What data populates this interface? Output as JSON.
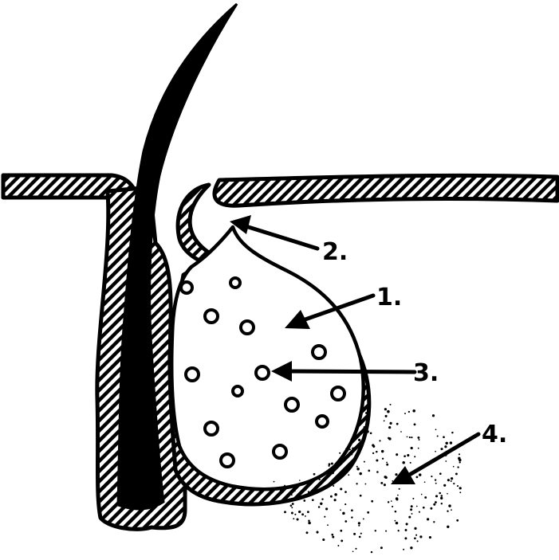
{
  "diagram": {
    "labels": [
      {
        "id": "1",
        "text": "1."
      },
      {
        "id": "2",
        "text": "2."
      },
      {
        "id": "3",
        "text": "3."
      },
      {
        "id": "4",
        "text": "4."
      }
    ]
  },
  "colors": {
    "ink": "#000000",
    "background": "#ffffff"
  }
}
